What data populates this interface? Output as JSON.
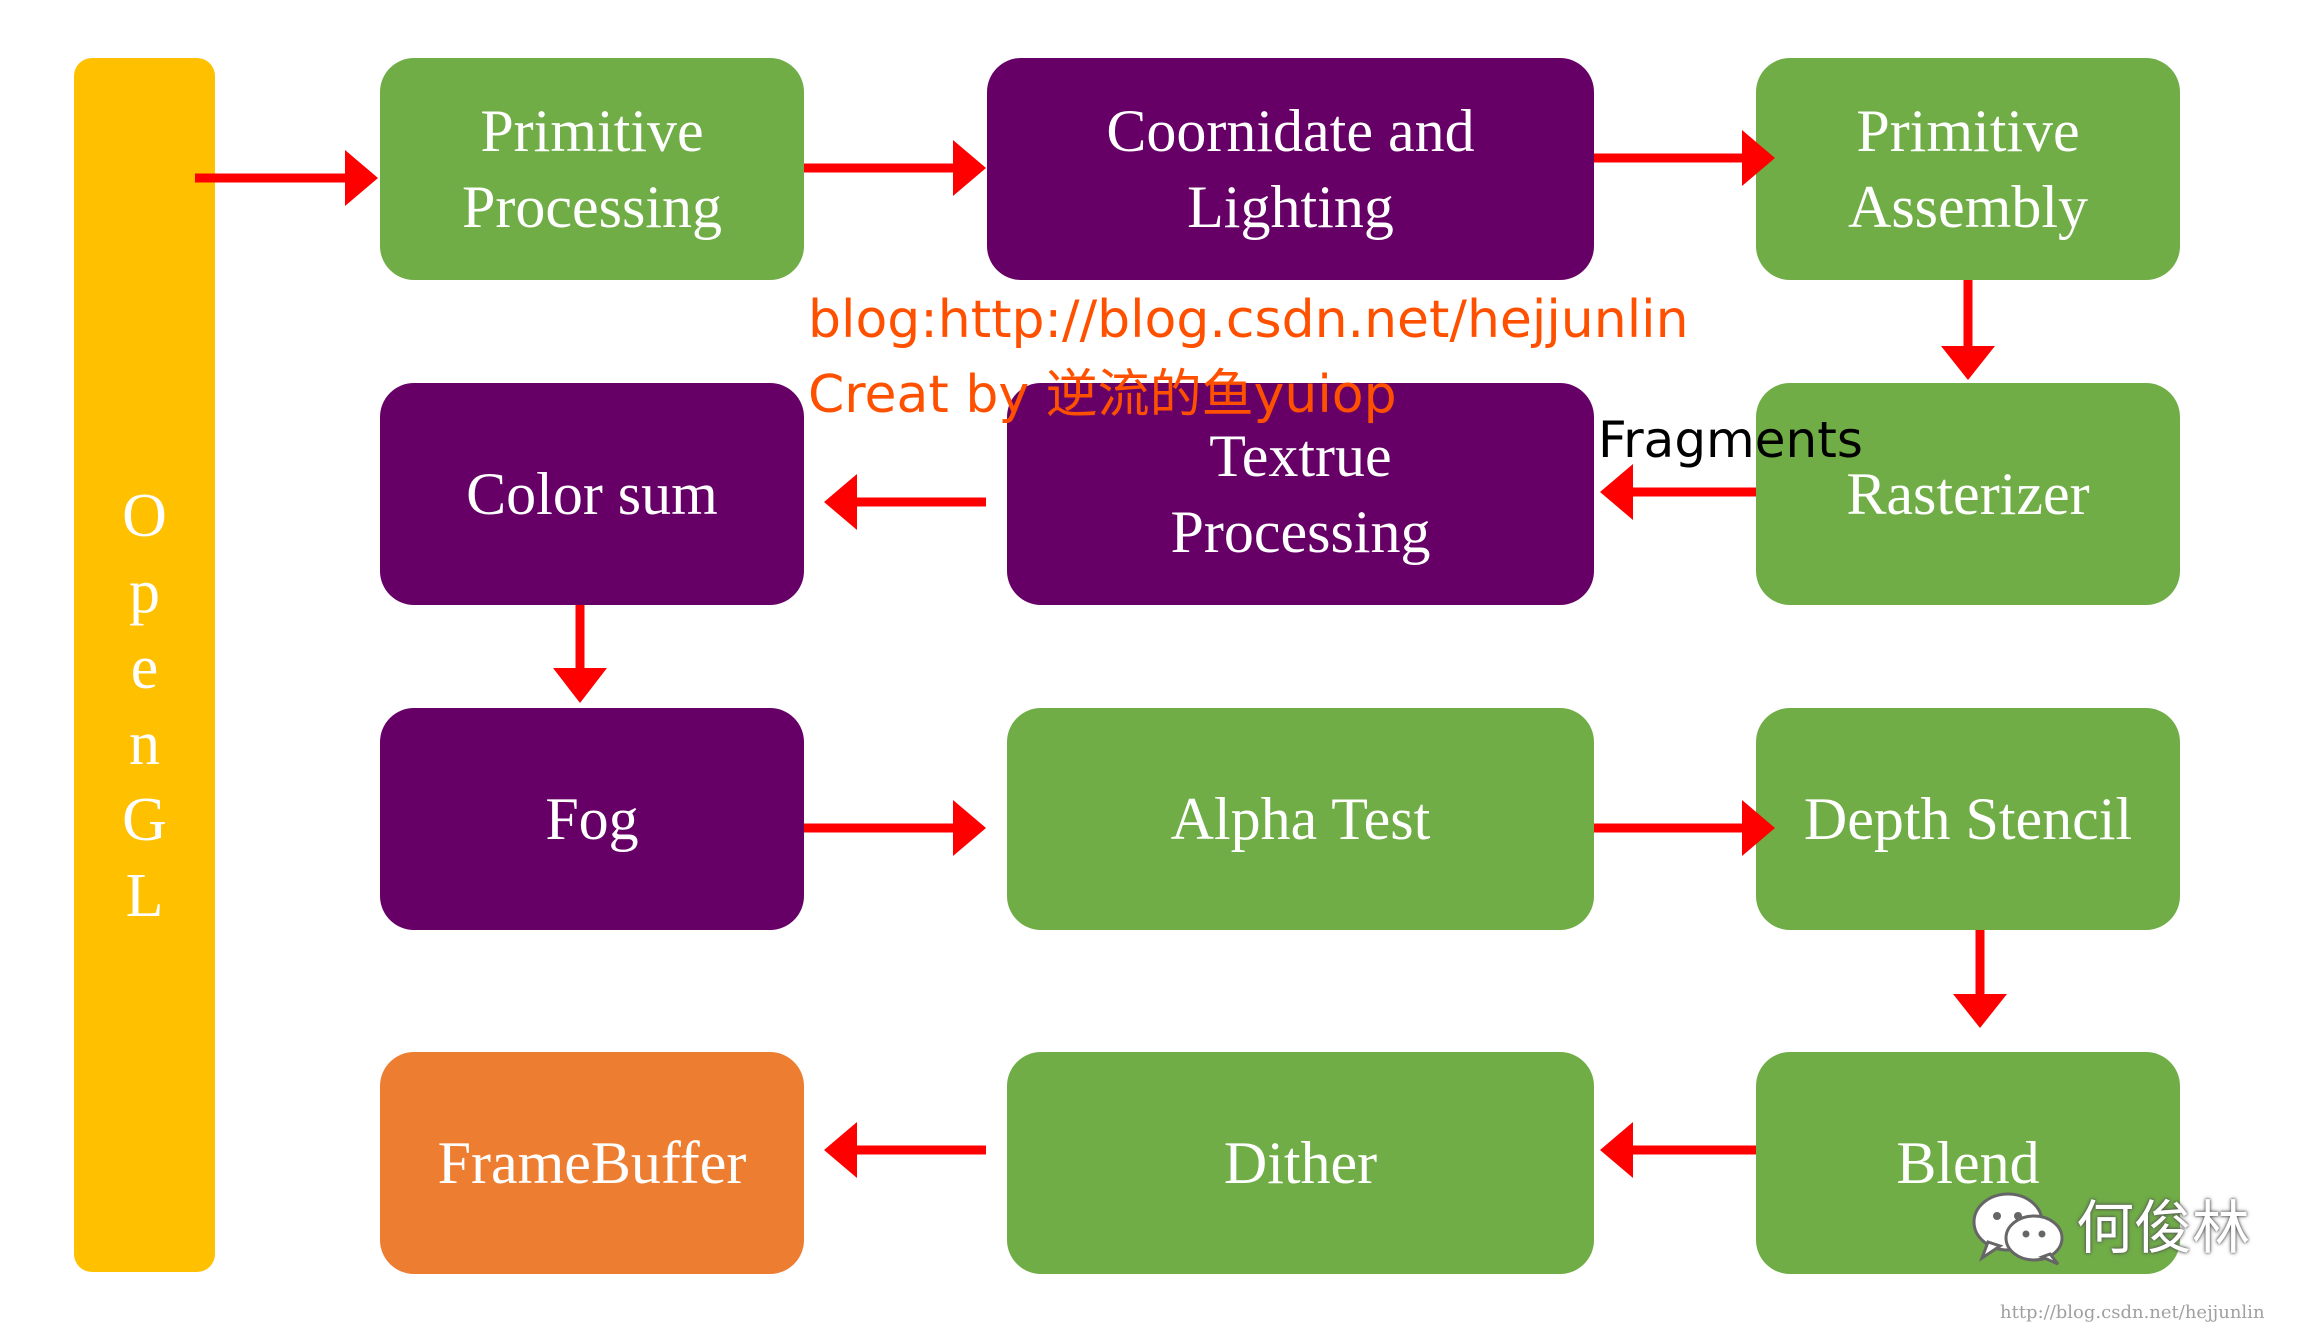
{
  "pillar": {
    "letters": [
      "O",
      "p",
      "e",
      "n",
      "G",
      "L"
    ],
    "color": "#ffc000"
  },
  "colors": {
    "green": "#70ad47",
    "purple": "#660066",
    "orange": "#ed7d31",
    "arrow": "#ff0000",
    "watermark": "#ff5000"
  },
  "nodes": {
    "primitive_processing": {
      "lines": [
        "Primitive",
        "Processing"
      ]
    },
    "coordinate_lighting": {
      "lines": [
        "Coornidate and",
        "Lighting"
      ]
    },
    "primitive_assembly": {
      "lines": [
        "Primitive",
        "Assembly"
      ]
    },
    "rasterizer": {
      "lines": [
        "Rasterizer"
      ]
    },
    "texture_processing": {
      "lines": [
        "Textrue",
        "Processing"
      ]
    },
    "color_sum": {
      "lines": [
        "Color sum"
      ]
    },
    "fog": {
      "lines": [
        "Fog"
      ]
    },
    "alpha_test": {
      "lines": [
        "Alpha Test"
      ]
    },
    "depth_stencil": {
      "lines": [
        "Depth Stencil"
      ]
    },
    "blend": {
      "lines": [
        "Blend"
      ]
    },
    "dither": {
      "lines": [
        "Dither"
      ]
    },
    "framebuffer": {
      "lines": [
        "FrameBuffer"
      ]
    }
  },
  "edge_label": "Fragments",
  "watermark": {
    "line1": "blog:http://blog.csdn.net/hejjunlin",
    "line2": "Creat by 逆流的鱼yuiop"
  },
  "wechat": {
    "icon": "wechat-icon",
    "name": "何俊林"
  },
  "footer_url": "http://blog.csdn.net/hejjunlin"
}
